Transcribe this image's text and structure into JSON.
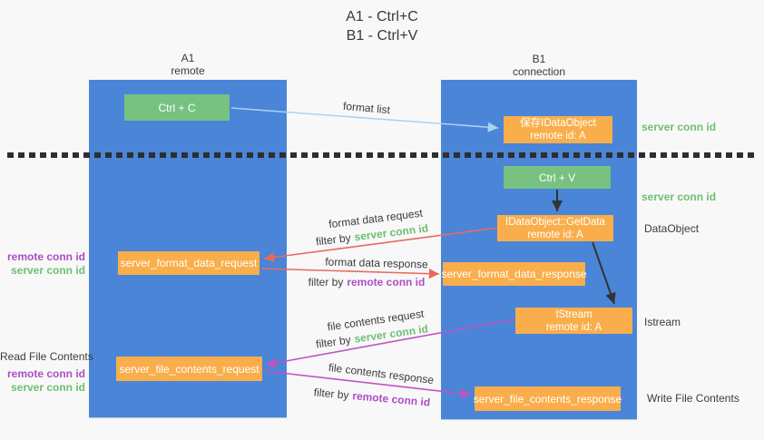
{
  "title": {
    "line1": "A1 - Ctrl+C",
    "line2": "B1 - Ctrl+V"
  },
  "lanes": {
    "a1": {
      "title": "A1",
      "subtitle": "remote"
    },
    "b1": {
      "title": "B1",
      "subtitle": "connection"
    }
  },
  "nodes": {
    "ctrl_c": {
      "label": "Ctrl + C"
    },
    "save_idataobject": {
      "line1": "保存IDataObject",
      "line2": "remote id: A"
    },
    "ctrl_v": {
      "label": "Ctrl + V"
    },
    "idataobject_getdata": {
      "line1": "IDataObject::GetData",
      "line2": "remote id: A"
    },
    "server_format_data_request": {
      "label": "server_format_data_request"
    },
    "server_format_data_response": {
      "label": "server_format_data_response"
    },
    "istream": {
      "line1": "IStream",
      "line2": "remote id: A"
    },
    "server_file_contents_request": {
      "label": "server_file_contents_request"
    },
    "server_file_contents_response": {
      "label": "server_file_contents_response"
    }
  },
  "edge_labels": {
    "format_list": "format list",
    "format_data_request": "format data request",
    "filter_by_server_1": {
      "prefix": "filter by",
      "highlight": "server conn id"
    },
    "format_data_response": "format data response",
    "filter_by_remote_1": {
      "prefix": "filter by",
      "highlight": "remote conn id"
    },
    "file_contents_request": "file contents request",
    "filter_by_server_2": {
      "prefix": "filter by",
      "highlight": "server conn id"
    },
    "file_contents_response": "file contents response",
    "filter_by_remote_2": {
      "prefix": "filter by",
      "highlight": "remote conn id"
    }
  },
  "side_labels": {
    "left": {
      "format_remote": "remote conn id",
      "format_server": "server conn id",
      "read_file": "Read File Contents",
      "file_remote": "remote conn id",
      "file_server": "server conn id"
    },
    "right": {
      "server_conn_id_top": "server conn id",
      "server_conn_id_mid": "server conn id",
      "dataobject": "DataObject",
      "istream": "Istream",
      "write_file": "Write File Contents"
    }
  },
  "colors": {
    "panel_blue": "#4a85d8",
    "node_green": "#77c281",
    "node_orange": "#f9ae4b",
    "arrow_lightblue": "#a9d3f2",
    "arrow_red": "#e86a5e",
    "arrow_magenta": "#bf54c1",
    "arrow_black": "#333333",
    "highlight_green": "#6fbf72",
    "highlight_purple": "#ad4ec4",
    "background": "#f8f8f9"
  }
}
